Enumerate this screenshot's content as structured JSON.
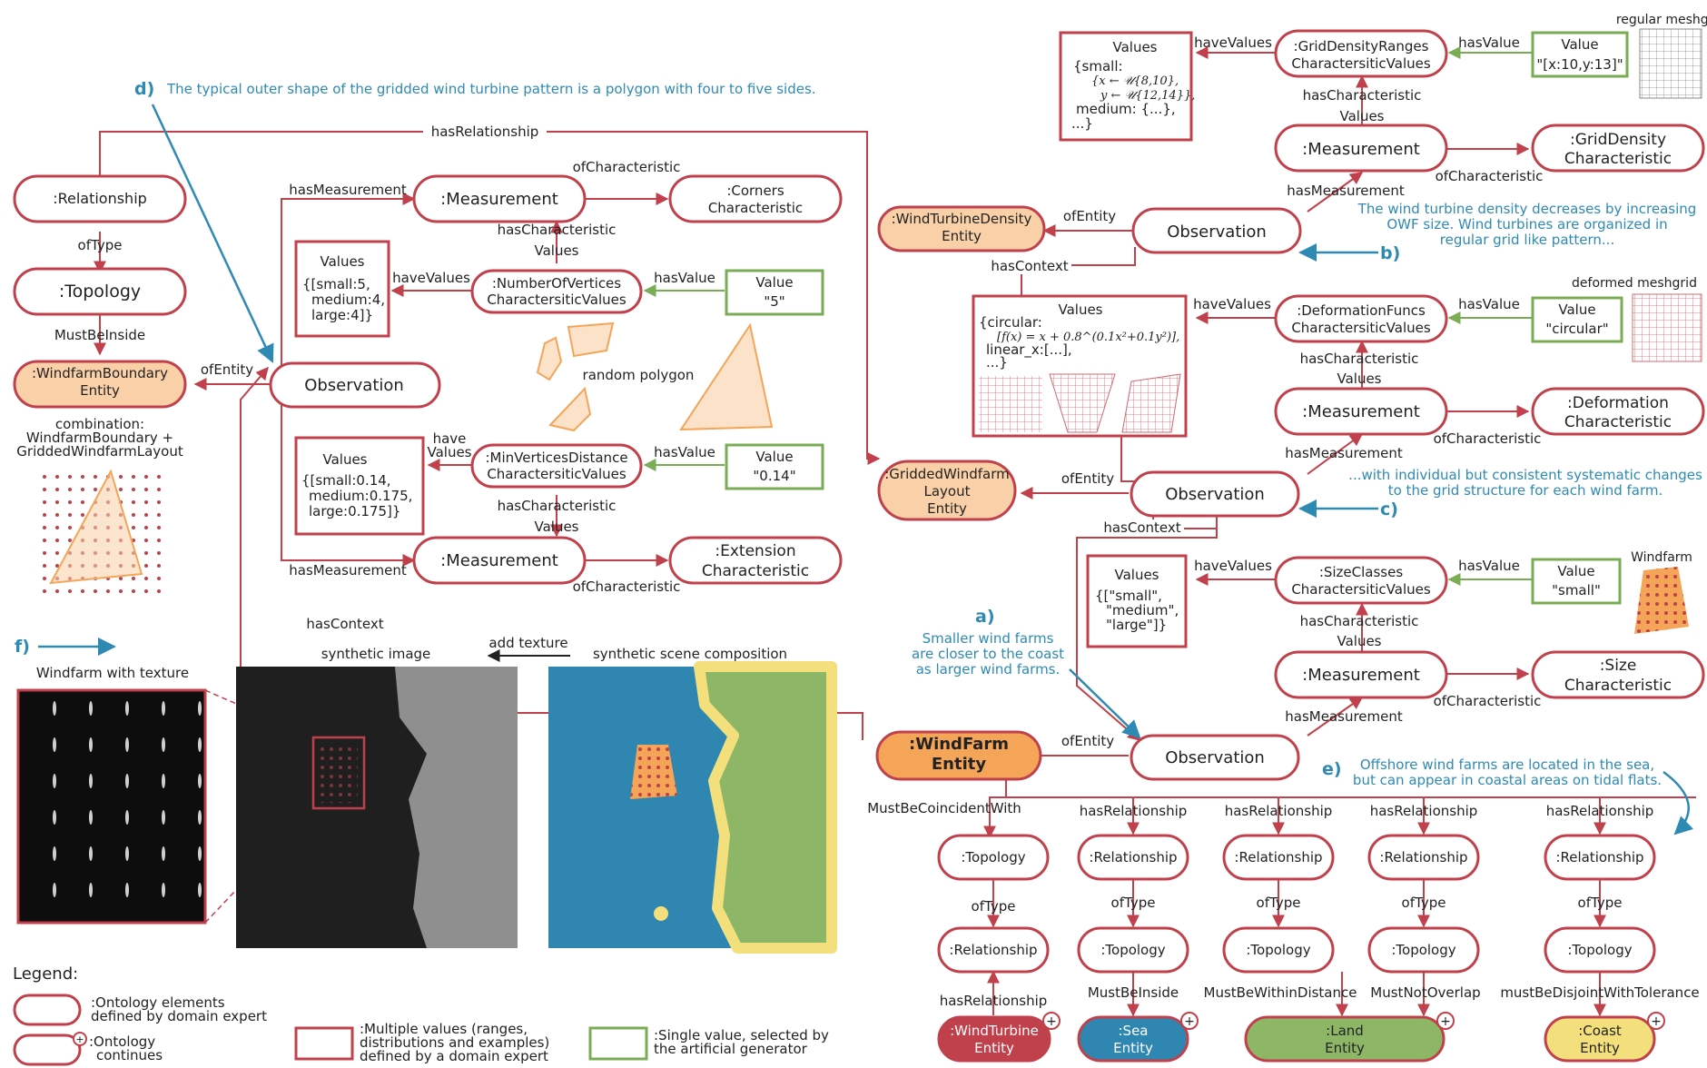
{
  "colors": {
    "red": "#c0414b",
    "green": "#7aab55",
    "blue": "#2e8ab3",
    "orange_fill": "#f9d0a7",
    "windfarm_fill": "#f4a557",
    "sea": "#2f86b0",
    "land": "#8db767",
    "coast": "#f3e07c",
    "windturbine": "#c0414b"
  },
  "left": {
    "relationship": ":Relationship",
    "oftype": "ofType",
    "topology": ":Topology",
    "mustbeinside": "MustBeInside",
    "boundary_l1": ":WindfarmBoundary",
    "boundary_l2": "Entity",
    "combo_l1": "combination:",
    "combo_l2": "WindfarmBoundary +",
    "combo_l3": "GriddedWindfarmLayout",
    "ofentity": "ofEntity",
    "observation": "Observation",
    "hasrelationship": "hasRelationship",
    "hasmeasurement1": "hasMeasurement",
    "measurement1": ":Measurement",
    "ofchar1": "ofCharacteristic",
    "corners_l1": ":Corners",
    "corners_l2": "Characteristic",
    "haschar1_l1": "hasCharacteristic",
    "haschar1_l2": "Values",
    "nov_l1": ":NumberOfVertices",
    "nov_l2": "CharactersiticValues",
    "havevalues1": "haveValues",
    "vals1_l1": "Values",
    "vals1_l2": "{[small:5,",
    "vals1_l3": "medium:4,",
    "vals1_l4": "large:4]}",
    "hasvalue1": "hasValue",
    "val1_l1": "Value",
    "val1_l2": "\"5\"",
    "random_polygon": "random polygon",
    "mvd_l1": ":MinVerticesDistance",
    "mvd_l2": "CharactersiticValues",
    "havevalues2_l1": "have",
    "havevalues2_l2": "Values",
    "vals2_l1": "Values",
    "vals2_l2": "{[small:0.14,",
    "vals2_l3": "medium:0.175,",
    "vals2_l4": "large:0.175]}",
    "hasvalue2": "hasValue",
    "val2_l1": "Value",
    "val2_l2": "\"0.14\"",
    "haschar2_l1": "hasCharacteristic",
    "haschar2_l2": "Values",
    "hasmeasurement2": "hasMeasurement",
    "measurement2": ":Measurement",
    "ofchar2": "ofCharacteristic",
    "extension_l1": ":Extension",
    "extension_l2": "Characteristic",
    "hascontext": "hasContext"
  },
  "note_d_label": "d)",
  "note_d": "The typical outer shape of the gridded wind turbine pattern is a polygon with four to five sides.",
  "right1": {
    "vals_l1": "Values",
    "vals_l2": "{small:",
    "vals_l3": "{x ← 𝒰{8,10},",
    "vals_l4": "y ← 𝒰{12,14}},",
    "vals_l5": "medium: {...},",
    "vals_l6": "...}",
    "havevalues": "haveValues",
    "gdr_l1": ":GridDensityRanges",
    "gdr_l2": "CharactersiticValues",
    "hasvalue": "hasValue",
    "val_l1": "Value",
    "val_l2": "\"[x:10,y:13]\"",
    "meshgrid": "regular meshgrid",
    "haschar_l1": "hasCharacteristic",
    "haschar_l2": "Values",
    "measurement": ":Measurement",
    "ofchar": "ofCharacteristic",
    "gd_l1": ":GridDensity",
    "gd_l2": "Characteristic",
    "hasmeasurement": "hasMeasurement",
    "wtd_l1": ":WindTurbineDensity",
    "wtd_l2": "Entity",
    "ofentity": "ofEntity",
    "observation": "Observation",
    "hascontext": "hasContext"
  },
  "note_b_l1": "The wind turbine density decreases by increasing",
  "note_b_l2": "OWF size. Wind turbines are organized in",
  "note_b_l3": "regular grid like pattern...",
  "note_b_label": "b)",
  "right2": {
    "vals_l1": "Values",
    "vals_l2": "{circular:",
    "vals_l3": "[f(x) = x + 0.8^(0.1x²+0.1y²)],",
    "vals_l4": "linear_x:[...],",
    "vals_l5": "...}",
    "havevalues": "haveValues",
    "df_l1": ":DeformationFuncs",
    "df_l2": "CharactersiticValues",
    "hasvalue": "hasValue",
    "val_l1": "Value",
    "val_l2": "\"circular\"",
    "meshgrid": "deformed meshgrid",
    "haschar_l1": "hasCharacteristic",
    "haschar_l2": "Values",
    "measurement": ":Measurement",
    "ofchar": "ofCharacteristic",
    "def_l1": ":Deformation",
    "def_l2": "Characteristic",
    "hasmeasurement": "hasMeasurement",
    "gwl_l1": ":GriddedWindfarm",
    "gwl_l2": "Layout",
    "gwl_l3": "Entity",
    "ofentity": "ofEntity",
    "observation": "Observation",
    "hascontext": "hasContext"
  },
  "note_c_l1": "...with individual but consistent systematic changes",
  "note_c_l2": "to the grid structure for each wind farm.",
  "note_c_label": "c)",
  "right3": {
    "vals_l1": "Values",
    "vals_l2": "{[\"small\",",
    "vals_l3": "\"medium\",",
    "vals_l4": "\"large\"]}",
    "havevalues": "haveValues",
    "sc_l1": ":SizeClasses",
    "sc_l2": "CharactersiticValues",
    "hasvalue": "hasValue",
    "val_l1": "Value",
    "val_l2": "\"small\"",
    "windfarm": "Windfarm",
    "haschar_l1": "hasCharacteristic",
    "haschar_l2": "Values",
    "measurement": ":Measurement",
    "ofchar": "ofCharacteristic",
    "size_l1": ":Size",
    "size_l2": "Characteristic",
    "hasmeasurement": "hasMeasurement",
    "wf_l1": ":WindFarm",
    "wf_l2": "Entity",
    "ofentity": "ofEntity",
    "observation": "Observation"
  },
  "note_a_label": "a)",
  "note_a_l1": "Smaller wind farms",
  "note_a_l2": "are closer to the coast",
  "note_a_l3": "as larger wind farms.",
  "note_e_label": "e)",
  "note_e_l1": "Offshore wind farms are located in the sea,",
  "note_e_l2": "but can appear in coastal areas on tidal flats.",
  "bottom": {
    "mbcw": "MustBeCoincidentWith",
    "hasrel": "hasRelationship",
    "topology": ":Topology",
    "relationship": ":Relationship",
    "oftype": "ofType",
    "mustbeinside": "MustBeInside",
    "mbwd": "MustBeWithinDistance",
    "mno": "MustNotOverlap",
    "mbdwt": "mustBeDisjointWithTolerance",
    "wt_l1": ":WindTurbine",
    "wt_l2": "Entity",
    "sea_l1": ":Sea",
    "sea_l2": "Entity",
    "land_l1": ":Land",
    "land_l2": "Entity",
    "coast_l1": ":Coast",
    "coast_l2": "Entity",
    "plus": "+"
  },
  "images": {
    "f_label": "f)",
    "texture_title": "Windfarm with texture",
    "synthetic_image": "synthetic image",
    "add_texture": "add texture",
    "synthetic_scene": "synthetic scene composition"
  },
  "legend": {
    "title": "Legend:",
    "onto_l1": ":Ontology elements",
    "onto_l2": "defined by domain expert",
    "cont_l1": ":Ontology",
    "cont_l2": "continues",
    "multi_l1": ":Multiple values (ranges,",
    "multi_l2": "distributions and examples)",
    "multi_l3": "defined by a domain expert",
    "single_l1": ":Single value, selected by",
    "single_l2": "the artificial generator",
    "plus": "+"
  }
}
